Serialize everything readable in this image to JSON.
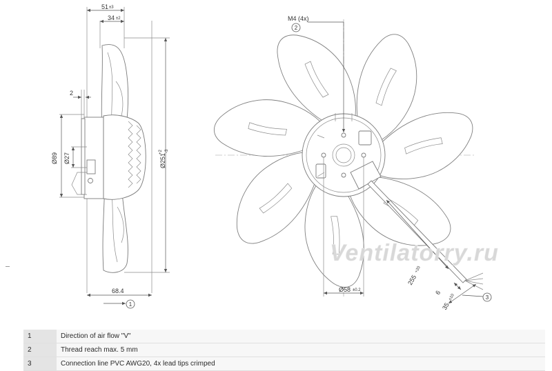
{
  "side_view": {
    "dim_overall_depth": "51",
    "dim_overall_depth_tol": "±3",
    "dim_blade_depth": "34",
    "dim_blade_depth_tol": "±2",
    "dim_flange": "2",
    "dim_hub_dia": "Ø89",
    "dim_shaft_dia": "Ø27",
    "dim_fan_dia": "Ø251",
    "dim_fan_dia_tol_upper": "+2",
    "dim_fan_dia_tol_lower": "-3",
    "dim_mount_depth": "68.4",
    "callout_airflow": "1"
  },
  "front_view": {
    "thread_label": "M4 (4x)",
    "callout_thread": "2",
    "dim_bolt_circle": "Ø58",
    "dim_bolt_circle_tol": "±0.2",
    "dim_cable_length": "255",
    "dim_cable_length_tol": "+20",
    "dim_strip_length": "6",
    "dim_lead_length": "35",
    "dim_lead_length_tol": "±10",
    "callout_cable": "3"
  },
  "watermark": "Ventilatorry.ru",
  "notes": [
    {
      "num": "1",
      "text": "Direction of air flow \"V\""
    },
    {
      "num": "2",
      "text": "Thread reach max. 5 mm"
    },
    {
      "num": "3",
      "text": "Connection line PVC AWG20, 4x lead tips crimped"
    }
  ]
}
